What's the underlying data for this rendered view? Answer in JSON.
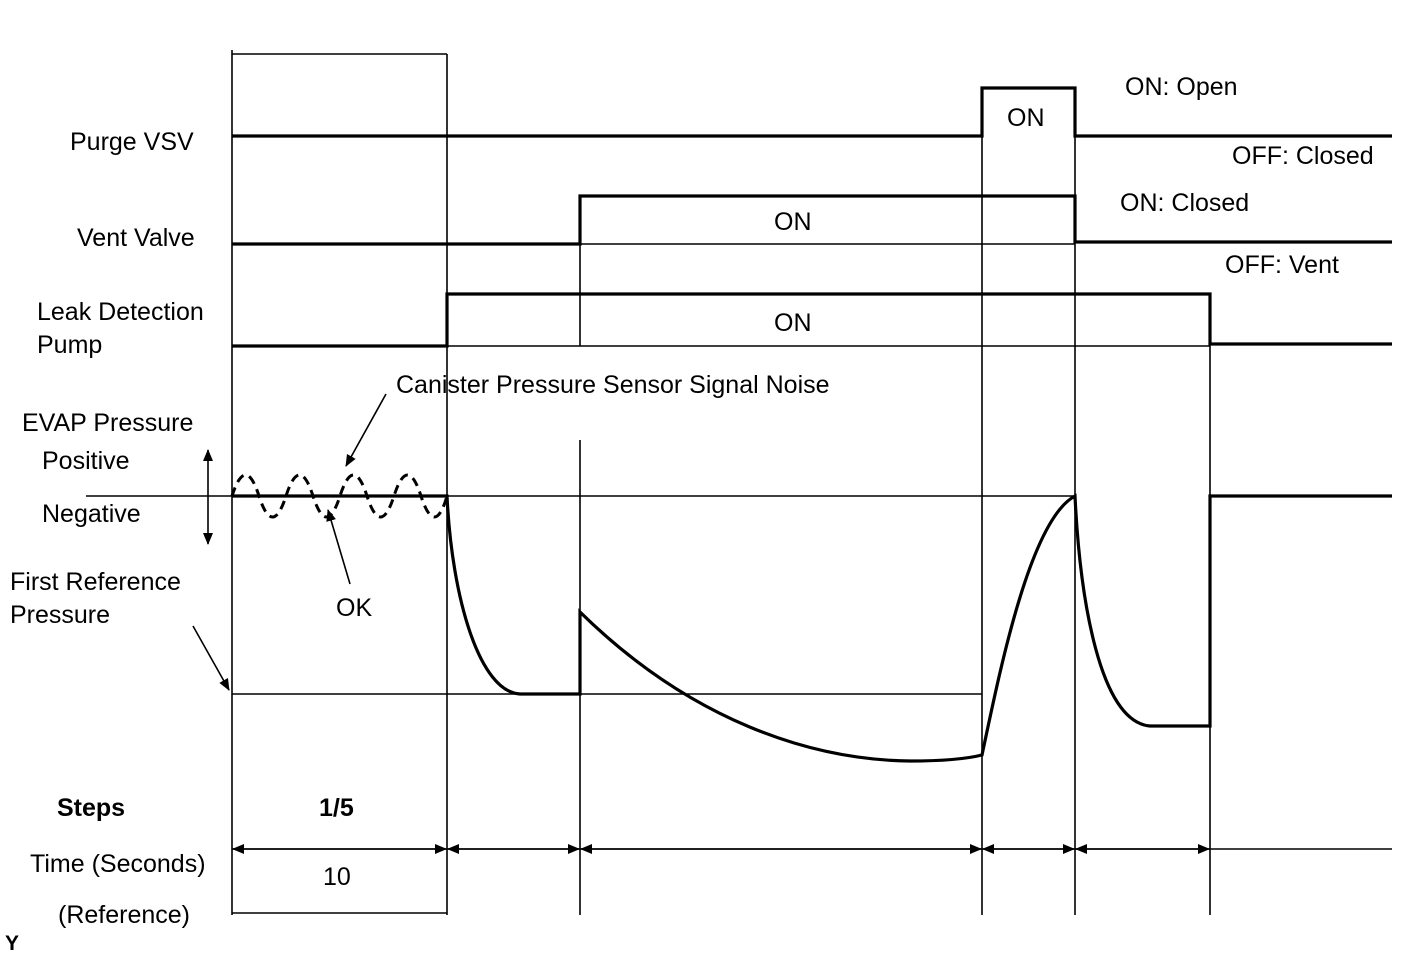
{
  "signals": {
    "purge_vsv": {
      "label": "Purge VSV",
      "on_text": "ON",
      "on_state": "ON: Open",
      "off_state": "OFF: Closed"
    },
    "vent_valve": {
      "label": "Vent Valve",
      "on_text": "ON",
      "on_state": "ON: Closed",
      "off_state": "OFF: Vent"
    },
    "leak_pump": {
      "label_line1": "Leak Detection",
      "label_line2": "Pump",
      "on_text": "ON"
    }
  },
  "pressure": {
    "label": "EVAP Pressure",
    "positive": "Positive",
    "negative": "Negative",
    "noise_callout": "Canister Pressure Sensor Signal Noise",
    "ok_callout": "OK",
    "ref_label_line1": "First Reference",
    "ref_label_line2": "Pressure"
  },
  "footer": {
    "steps_label": "Steps",
    "step_value": "1/5",
    "time_label": "Time (Seconds)",
    "reference_label": "(Reference)",
    "time_value": "10"
  },
  "corner_mark": "Y"
}
